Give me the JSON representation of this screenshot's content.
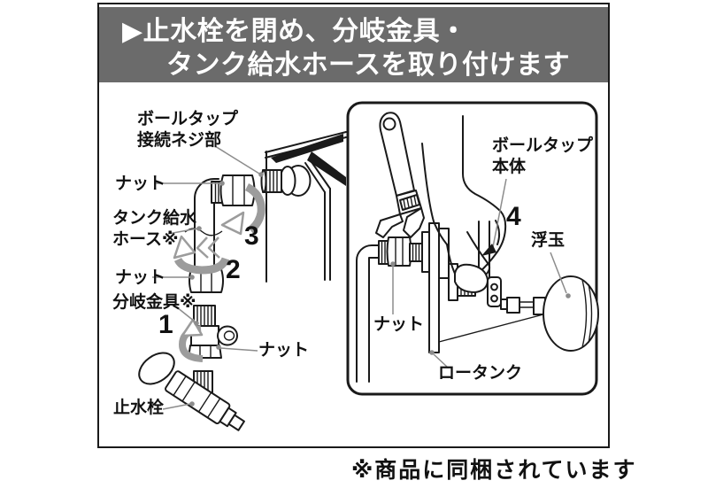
{
  "header": {
    "line1": "▶止水栓を閉め、分岐金具・",
    "line2": "タンク給水ホースを取り付けます"
  },
  "diagram": {
    "balltap_thread": {
      "line1": "ボールタップ",
      "line2": "接続ネジ部"
    },
    "nut": "ナット",
    "hose": {
      "line1": "タンク給水",
      "line2": "ホース※"
    },
    "branch_fitting": "分岐金具※",
    "stop_valve": "止水栓",
    "balltap_body": {
      "line1": "ボールタップ",
      "line2": "本体"
    },
    "float_ball": "浮玉",
    "low_tank": "ロータンク",
    "steps": {
      "1": "1",
      "2": "2",
      "3": "3",
      "4": "4"
    }
  },
  "footer": {
    "note": "※商品に同梱されています"
  },
  "colors": {
    "banner_bg": "#6b6b6b",
    "line_art": "#1a1a1a",
    "rotation_arrow": "#9c9c9c",
    "leader_line": "#8c8c8c"
  }
}
